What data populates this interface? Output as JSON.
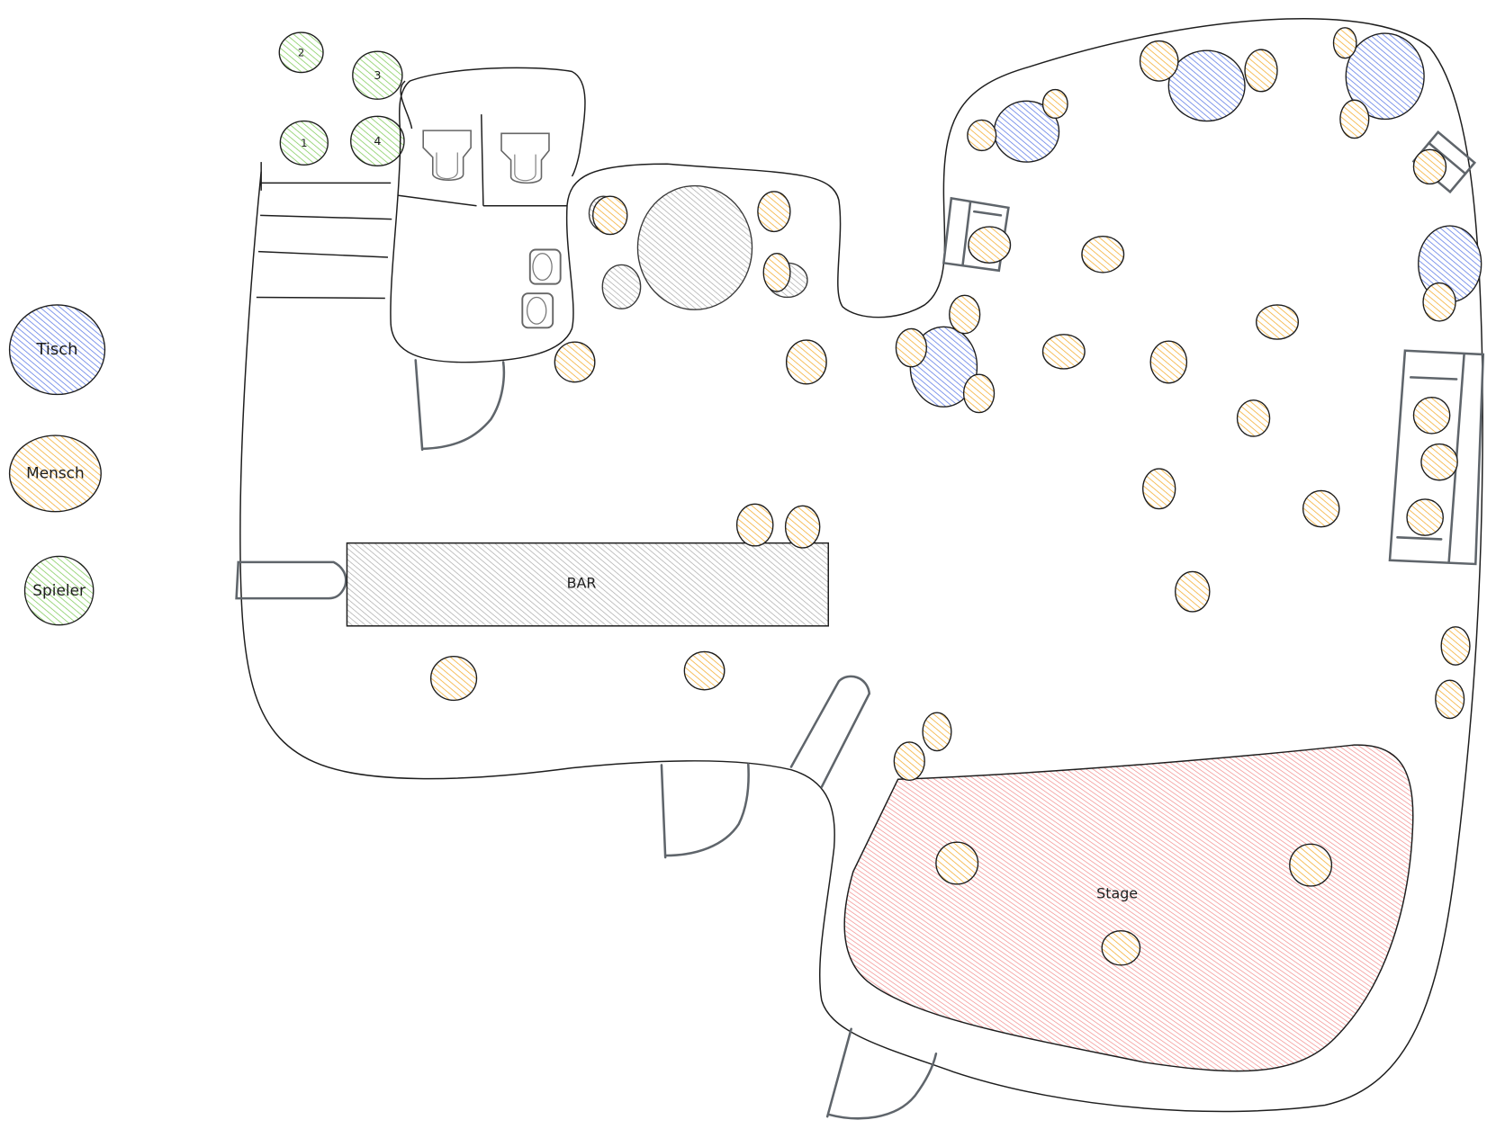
{
  "legend": {
    "table_label": "Tisch",
    "person_label": "Mensch",
    "player_label": "Spieler"
  },
  "players": [
    "1",
    "2",
    "3",
    "4"
  ],
  "areas": {
    "bar_label": "BAR",
    "stage_label": "Stage"
  },
  "colors": {
    "table": "#4a6ee0",
    "person": "#f5b544",
    "player": "#7ac35a",
    "stage": "#f06a6a",
    "furniture": "#8a8a8a"
  }
}
